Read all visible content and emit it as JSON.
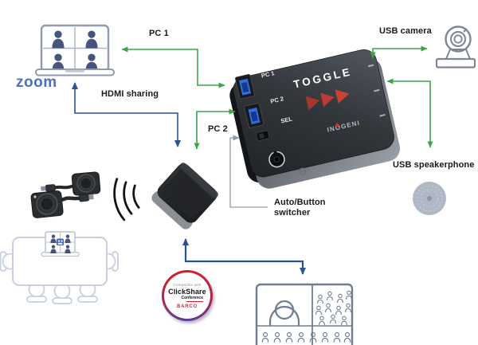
{
  "wire_labels": {
    "pc1": "PC 1",
    "hdmi_sharing": "HDMI sharing",
    "pc2": "PC 2",
    "usb_camera": "USB camera",
    "usb_speakerphone": "USB speakerphone",
    "auto_button_line1": "Auto/Button",
    "auto_button_line2": "switcher"
  },
  "laptop": {
    "brand": "zoom"
  },
  "toggle_device": {
    "model": "TOGGLE",
    "brand": "INOGENI",
    "port_labels": {
      "pc1": "PC 1",
      "pc2": "PC 2",
      "sel": "SEL"
    }
  },
  "badge": {
    "compatible": "Compatible with",
    "product": "ClickShare",
    "edition": "Conference",
    "brand": "BARCO"
  },
  "icons": {
    "laptop": "zoom-call-laptop-icon",
    "webcam": "usb-camera-icon",
    "speakerphone": "usb-speakerphone-icon",
    "buttons": "wireless-button-icons",
    "base_unit": "auto-button-switcher-icon",
    "waves": "wireless-signal-icon",
    "table": "meeting-table-icon",
    "display": "conference-display-icon"
  },
  "colors": {
    "arrow_green": "#3aa648",
    "arrow_blue": "#2a5292",
    "callout_gray": "#8e9aa9",
    "zoom_blue": "#4b72c2",
    "triangle_red": "#c23d31",
    "badge_ring_top": "#d12030",
    "badge_ring_bottom": "#5a3d93",
    "outline_gray": "#6f7d92"
  }
}
